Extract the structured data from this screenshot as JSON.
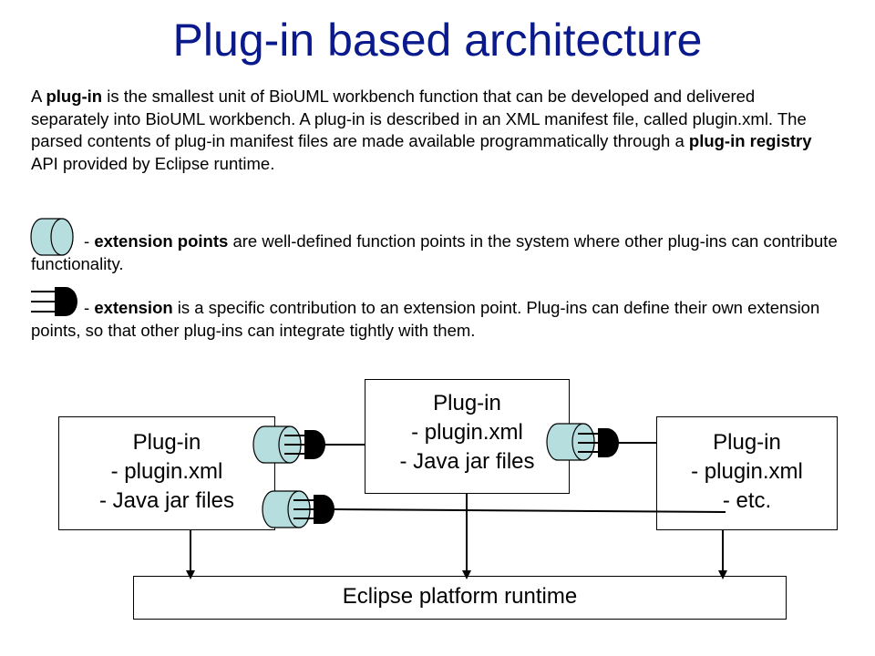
{
  "title": "Plug-in based architecture",
  "intro": [
    {
      "t": "A ",
      "b": false
    },
    {
      "t": "plug-in",
      "b": true
    },
    {
      "t": " is the smallest unit of BioUML workbench function that can be developed and delivered separately into BioUML workbench. A plug-in is described in an XML manifest file, called plugin.xml. The parsed contents of plug-in manifest files are made available programmatically through a ",
      "b": false
    },
    {
      "t": "plug-in registry",
      "b": true
    },
    {
      "t": " API provided by Eclipse runtime.",
      "b": false
    }
  ],
  "extension_point": {
    "prefix": "- ",
    "term": "extension points",
    "text": " are well-defined function points in the system where other plug-ins can contribute functionality."
  },
  "extension": {
    "prefix": "- ",
    "term": "extension",
    "text": " is a specific contribution to an extension point. Plug-ins can define their own extension points, so that other plug-ins can integrate tightly with them."
  },
  "boxes": {
    "left": [
      "Plug-in",
      "- plugin.xml",
      "- Java jar files"
    ],
    "center": [
      "Plug-in",
      "- plugin.xml",
      "- Java jar files"
    ],
    "right": [
      "Plug-in",
      "- plugin.xml",
      "- etc."
    ],
    "runtime": "Eclipse platform runtime"
  },
  "colors": {
    "title": "#0a1a8c",
    "cylinder_fill": "#b6dede",
    "plug_fill": "#000000"
  },
  "icons": [
    "extension-point-cylinder-icon",
    "extension-plug-icon"
  ]
}
